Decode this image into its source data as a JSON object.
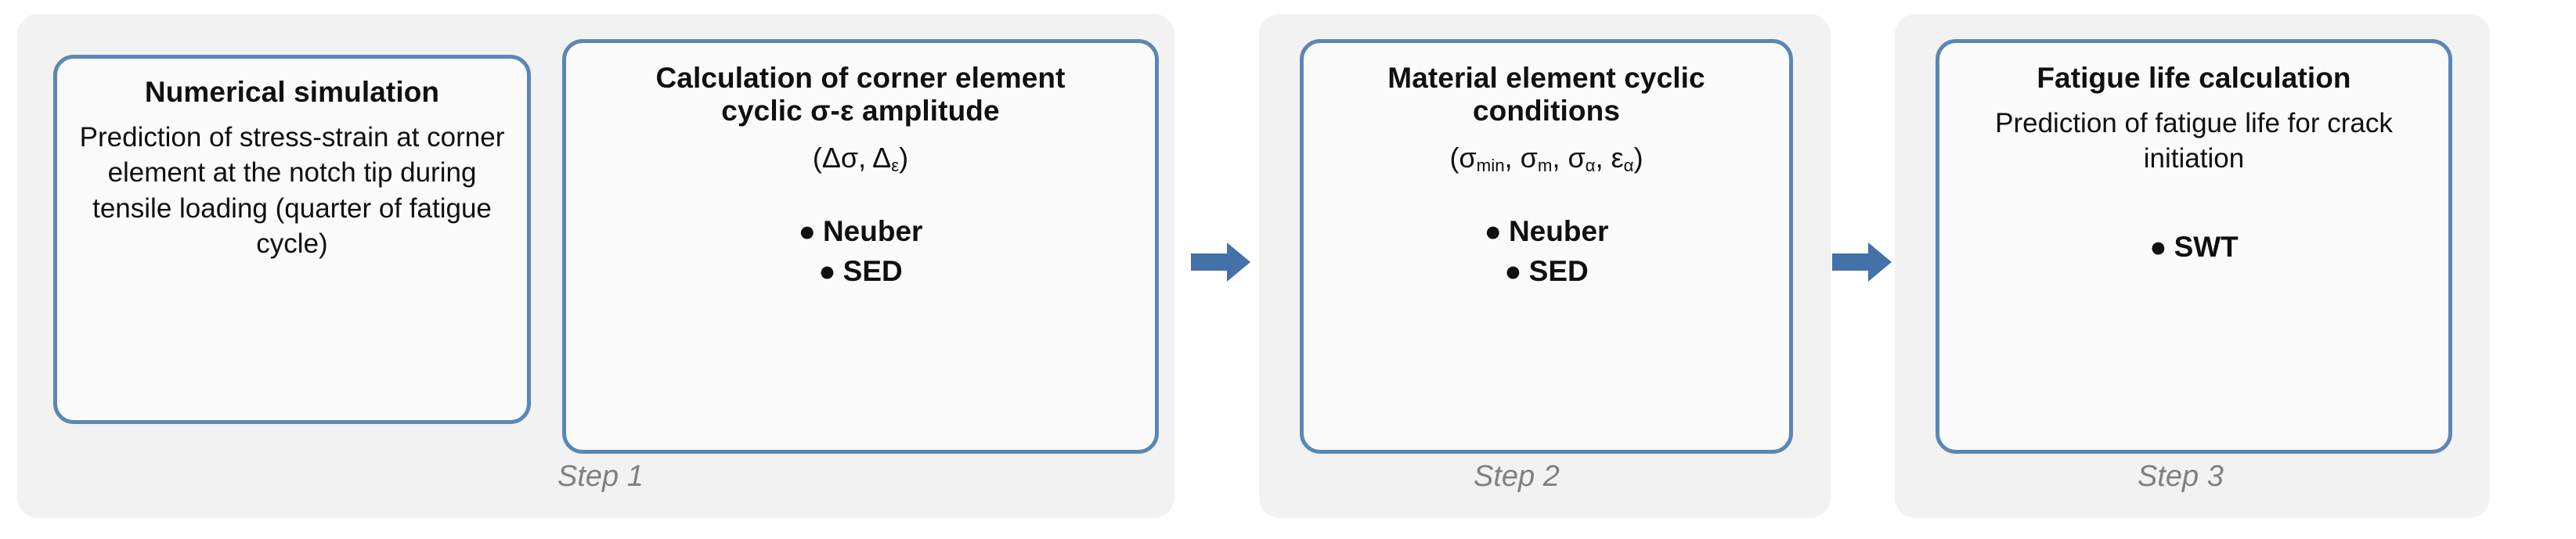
{
  "colors": {
    "panel_bg": "#f2f2f2",
    "box_bg": "#fbfbfb",
    "box_border": "#5b87b5",
    "arrow": "#4472a8",
    "step_text": "#808080",
    "body_text": "#101010",
    "page_bg": "#ffffff"
  },
  "diagram": {
    "type": "flowchart",
    "orientation": "left-to-right",
    "steps": [
      {
        "caption": "Step 1",
        "boxes": [
          {
            "title": "Numerical simulation",
            "description": "Prediction of stress-strain at corner element at the notch tip during tensile loading (quarter of fatigue cycle)",
            "formula": "",
            "bullets": []
          },
          {
            "title_line1": "Calculation of corner element",
            "title_line2": "cyclic σ-ε amplitude",
            "formula_open": "(Δσ, Δ",
            "formula_sub": "ε",
            "formula_close": ")",
            "bullets": [
              "Neuber",
              "SED"
            ]
          }
        ]
      },
      {
        "caption": "Step 2",
        "boxes": [
          {
            "title_line1": "Material element cyclic",
            "title_line2": "conditions",
            "formula_parts": [
              {
                "open": "(σ",
                "sub": "min",
                "close": ", "
              },
              {
                "open": "σ",
                "sub": "m",
                "close": ", "
              },
              {
                "open": "σ",
                "sub": "α",
                "close": ", "
              },
              {
                "open": "ε",
                "sub": "α",
                "close": ")"
              }
            ],
            "bullets": [
              "Neuber",
              "SED"
            ]
          }
        ]
      },
      {
        "caption": "Step 3",
        "boxes": [
          {
            "title": "Fatigue life calculation",
            "description": "Prediction of fatigue life for crack initiation",
            "bullets": [
              "SWT"
            ]
          }
        ]
      }
    ],
    "arrows": [
      {
        "name": "arrow-step1-to-step2",
        "direction": "right"
      },
      {
        "name": "arrow-step2-to-step3",
        "direction": "right"
      }
    ],
    "bullet_glyph": "●"
  }
}
